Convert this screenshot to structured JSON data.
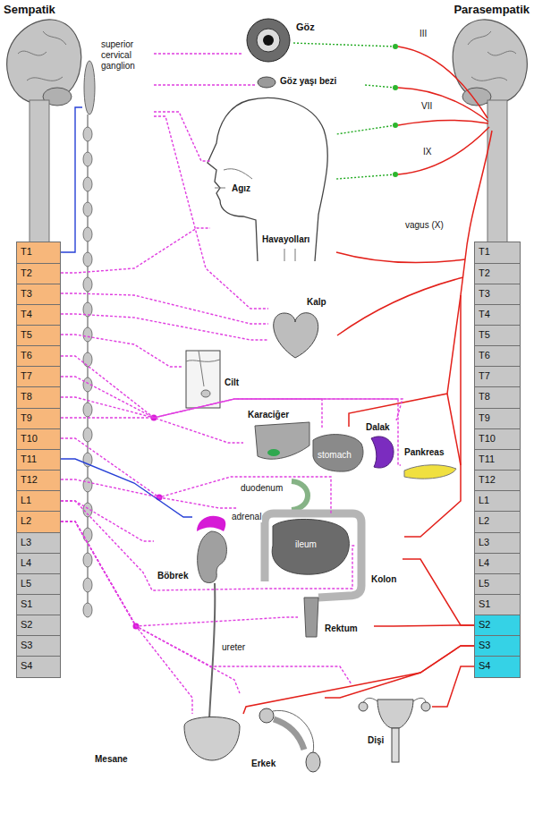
{
  "diagram": {
    "nodes": [
      {
        "text": [
          "T1"
        ]
      },
      {
        "text": [
          "T2"
        ]
      },
      {
        "text": [
          "T3"
        ]
      },
      {
        "text": [
          "T4"
        ]
      },
      {
        "text": [
          "T5"
        ]
      },
      {
        "text": [
          "T6"
        ]
      },
      {
        "text": [
          "T7"
        ]
      },
      {
        "text": [
          "T8"
        ]
      },
      {
        "text": [
          "T9"
        ]
      },
      {
        "text": [
          "T10"
        ]
      },
      {
        "text": [
          "T11"
        ]
      },
      {
        "text": [
          "T12"
        ]
      },
      {
        "text": [
          "L1"
        ]
      },
      {
        "text": [
          "L2"
        ]
      },
      {
        "text": [
          "L3"
        ]
      },
      {
        "text": [
          "L4"
        ]
      },
      {
        "text": [
          "L5"
        ]
      },
      {
        "text": [
          "S1"
        ]
      },
      {
        "text": [
          "S2"
        ]
      },
      {
        "text": [
          "S3"
        ]
      },
      {
        "text": [
          "S4"
        ]
      },
      {
        "text": [
          "T1"
        ]
      },
      {
        "text": [
          "T2"
        ]
      },
      {
        "text": [
          "T3"
        ]
      },
      {
        "text": [
          "T4"
        ]
      },
      {
        "text": [
          "T5"
        ]
      },
      {
        "text": [
          "T6"
        ]
      },
      {
        "text": [
          "T7"
        ]
      },
      {
        "text": [
          "T8"
        ]
      },
      {
        "text": [
          "T9"
        ]
      },
      {
        "text": [
          "T10"
        ]
      },
      {
        "text": [
          "T11"
        ]
      },
      {
        "text": [
          "T12"
        ]
      },
      {
        "text": [
          "L1"
        ]
      },
      {
        "text": [
          "L2"
        ]
      },
      {
        "text": [
          "L3"
        ]
      },
      {
        "text": [
          "L4"
        ]
      },
      {
        "text": [
          "L5"
        ]
      },
      {
        "text": [
          "S1"
        ]
      },
      {
        "text": [
          "S2"
        ]
      },
      {
        "text": [
          "S3"
        ]
      },
      {
        "text": [
          "S4"
        ]
      },
      {
        "text": [
          "superior cervical ganglion"
        ]
      },
      {
        "text": [
          "Göz"
        ]
      },
      {
        "text": [
          "Göz yaşı bezi"
        ]
      },
      {
        "text": [
          "Agız",
          "Havayolları"
        ]
      },
      {
        "text": [
          "Kalp"
        ]
      },
      {
        "text": [
          "Cilt"
        ]
      },
      {
        "text": [
          "Karaciğer"
        ]
      },
      {
        "text": [
          "stomach"
        ]
      },
      {
        "text": [
          "Dalak"
        ]
      },
      {
        "text": [
          "Pankreas"
        ]
      },
      {
        "text": [
          "duodenum"
        ]
      },
      {
        "text": [
          "ileum"
        ]
      },
      {
        "text": [
          "Kolon"
        ]
      },
      {
        "text": [
          "Rektum"
        ]
      },
      {
        "text": [
          "adrenal"
        ]
      },
      {
        "text": [
          "Böbrek"
        ]
      },
      {
        "text": [
          "Mesane"
        ]
      },
      {
        "text": [
          "Erkek"
        ]
      },
      {
        "text": [
          "Dişi"
        ]
      }
    ],
    "edges": [
      {
        "from": 0,
        "to": 42,
        "arrow": "none"
      },
      {
        "from": 42,
        "to": 43,
        "arrow": "none"
      },
      {
        "from": 42,
        "to": 44,
        "arrow": "none"
      },
      {
        "from": 42,
        "to": 45,
        "arrow": "none"
      },
      {
        "from": 42,
        "to": 46,
        "arrow": "none"
      },
      {
        "from": 1,
        "to": 45,
        "arrow": "none"
      },
      {
        "from": 2,
        "to": 46,
        "arrow": "none"
      },
      {
        "from": 3,
        "to": 46,
        "arrow": "none"
      },
      {
        "from": 4,
        "to": 47,
        "arrow": "none"
      },
      {
        "from": 5,
        "to": 48,
        "arrow": "none"
      },
      {
        "from": 6,
        "to": 49,
        "arrow": "none"
      },
      {
        "from": 7,
        "to": 50,
        "arrow": "none"
      },
      {
        "from": 8,
        "to": 51,
        "arrow": "none"
      },
      {
        "from": 9,
        "to": 52,
        "arrow": "none"
      },
      {
        "from": 10,
        "to": 56,
        "arrow": "none"
      },
      {
        "from": 11,
        "to": 53,
        "arrow": "none"
      },
      {
        "from": 12,
        "to": 54,
        "arrow": "none"
      },
      {
        "from": 12,
        "to": 57,
        "arrow": "none"
      },
      {
        "from": 13,
        "to": 55,
        "arrow": "none"
      },
      {
        "from": 13,
        "to": 58,
        "arrow": "none"
      },
      {
        "from": 13,
        "to": 59,
        "arrow": "none"
      },
      {
        "from": 13,
        "to": 60,
        "arrow": "none"
      },
      {
        "from": 39,
        "to": 54,
        "arrow": "none"
      },
      {
        "from": 39,
        "to": 55,
        "arrow": "none"
      },
      {
        "from": 40,
        "to": 58,
        "arrow": "none"
      },
      {
        "from": 40,
        "to": 59,
        "arrow": "none"
      },
      {
        "from": 41,
        "to": 60,
        "arrow": "none"
      }
    ],
    "labels": [
      "Sempatik",
      "Parasempatik",
      "III",
      "VII",
      "IX",
      "vagus (X)",
      "ureter"
    ]
  }
}
